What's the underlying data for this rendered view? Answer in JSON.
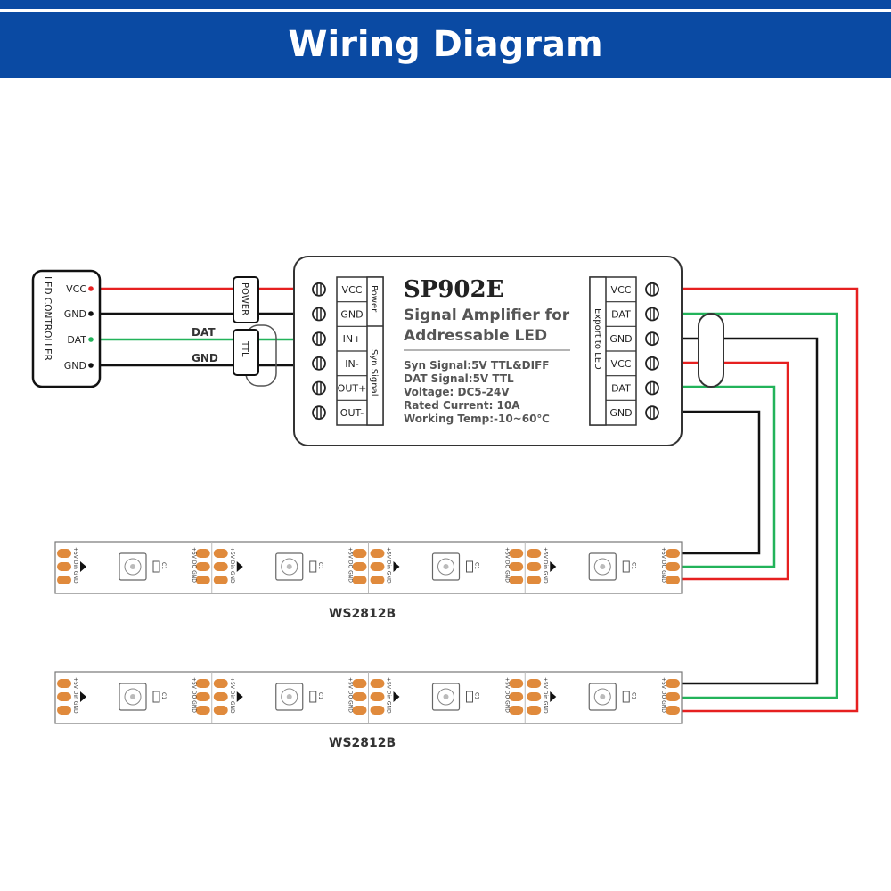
{
  "title": "Wiring Diagram",
  "controller": {
    "label": "LED CONTROLLER",
    "pins": [
      "VCC",
      "GND",
      "DAT",
      "GND"
    ]
  },
  "wires": {
    "dat_label": "DAT",
    "gnd_label": "GND"
  },
  "clamps": {
    "power": "POWER",
    "ttl": "TTL"
  },
  "amplifier": {
    "model": "SP902E",
    "subtitle_line1": "Signal Amplifier for",
    "subtitle_line2": "Addressable LED",
    "specs": [
      "Syn Signal:5V TTL&DIFF",
      "DAT Signal:5V TTL",
      "Voltage: DC5-24V",
      "Rated Current: 10A",
      "Working Temp:-10~60℃"
    ],
    "left_terminals": [
      "VCC",
      "GND",
      "IN+",
      "IN-",
      "OUT+",
      "OUT-"
    ],
    "left_group_power": "Power",
    "left_group_syn": "Syn Signal",
    "right_terminals": [
      "VCC",
      "DAT",
      "GND",
      "VCC",
      "DAT",
      "GND"
    ],
    "right_group": "Export to LED"
  },
  "strips": [
    {
      "label": "WS2812B",
      "pad_out": "+5V DO GND",
      "pad_in": "+5V Din GND",
      "cap": "C1"
    },
    {
      "label": "WS2812B",
      "pad_out": "+5V DO GND",
      "pad_in": "+5V Din GND",
      "cap": "C1"
    }
  ],
  "colors": {
    "banner": "#0a4aa3",
    "vcc": "#e62020",
    "gnd": "#111111",
    "dat": "#22b35a",
    "pad": "#e08a3c"
  }
}
